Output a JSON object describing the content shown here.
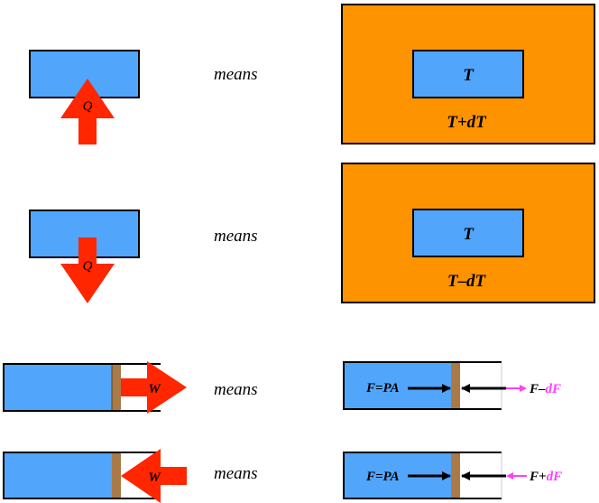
{
  "colors": {
    "system_blue": "#51a5fb",
    "surroundings_orange": "#fe9300",
    "arrow_red": "#ff2600",
    "piston_brown": "#a97a48",
    "outline_black": "#000000",
    "pink_accent": "#ff40ff"
  },
  "rows": [
    {
      "id": "heat-in",
      "arrow_label": "Q",
      "arrow_direction": "up",
      "means_label": "means",
      "inner_label": "T",
      "outer_label": "T+dT"
    },
    {
      "id": "heat-out",
      "arrow_label": "Q",
      "arrow_direction": "down",
      "means_label": "means",
      "inner_label": "T",
      "outer_label": "T–dT"
    },
    {
      "id": "work-out",
      "arrow_label": "W",
      "arrow_direction": "right",
      "means_label": "means",
      "force_label": "F=PA",
      "ext_force_base": "F–",
      "ext_force_delta": "dF",
      "pink_arrow_direction": "right"
    },
    {
      "id": "work-in",
      "arrow_label": "W",
      "arrow_direction": "left",
      "means_label": "means",
      "force_label": "F=PA",
      "ext_force_base": "F+",
      "ext_force_delta": "dF",
      "pink_arrow_direction": "left"
    }
  ]
}
